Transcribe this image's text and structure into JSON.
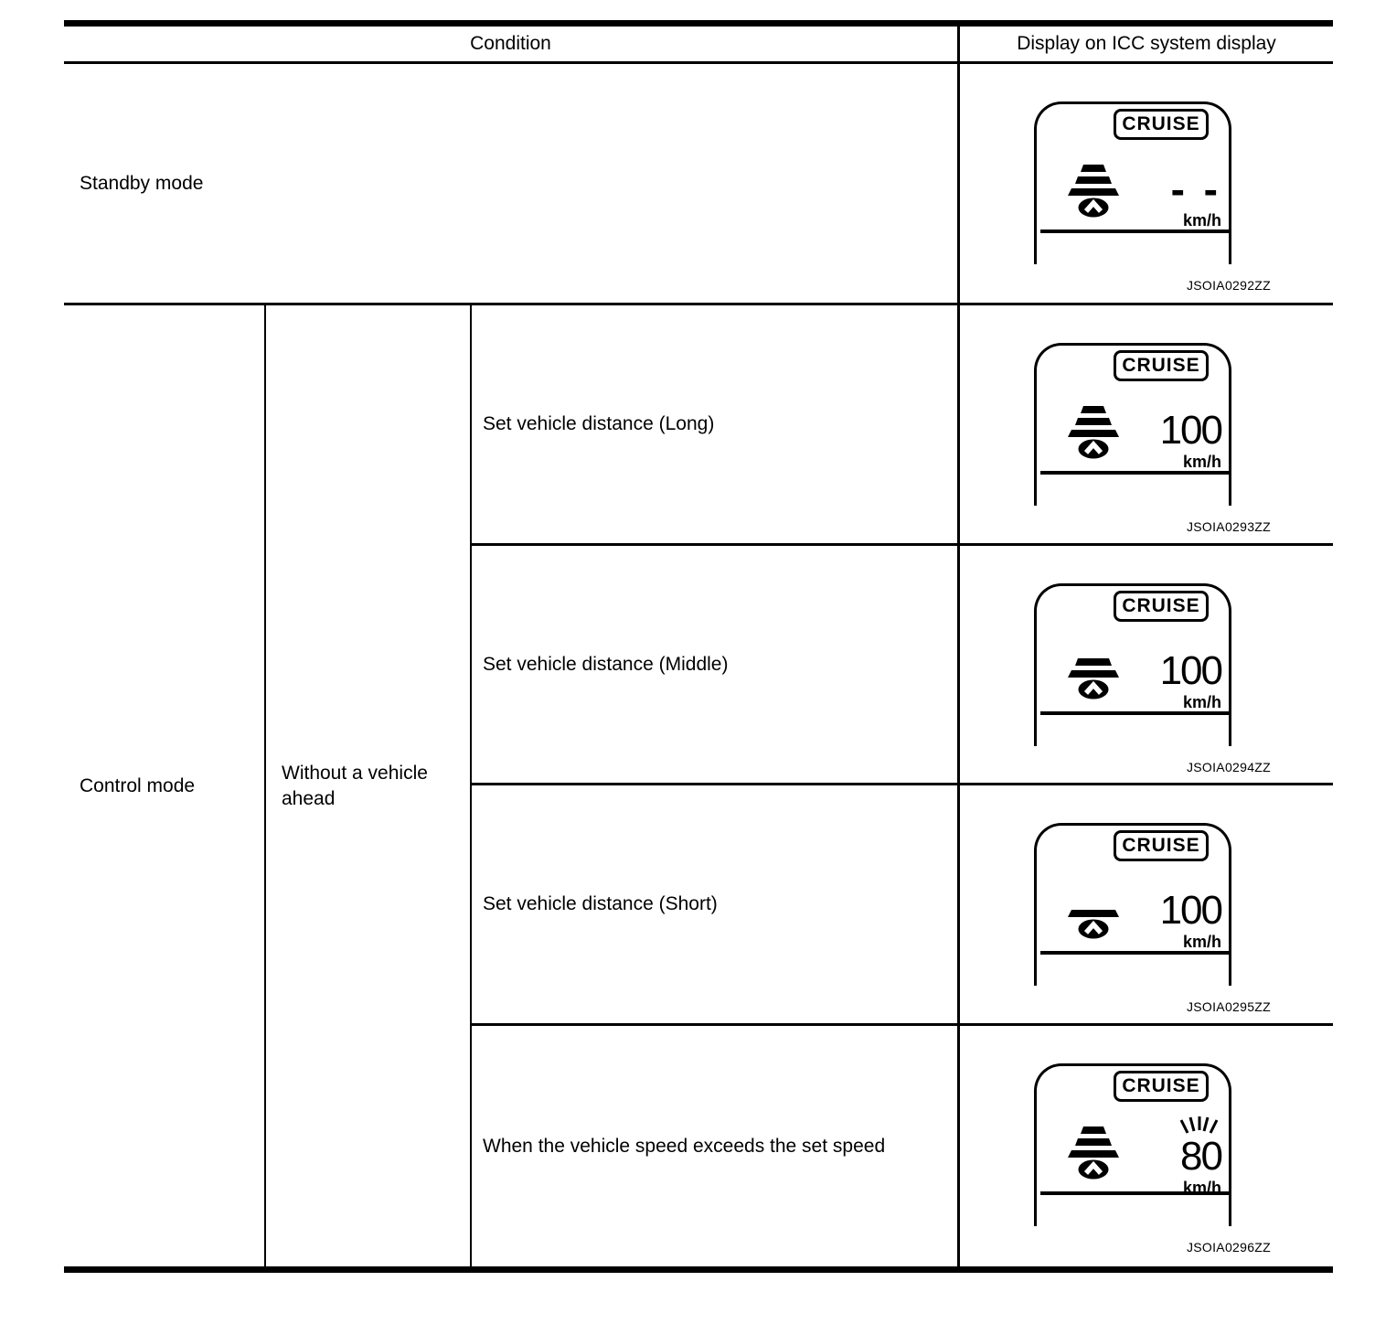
{
  "header": {
    "condition_label": "Condition",
    "display_label": "Display on ICC system display"
  },
  "conditions": {
    "standby": "Standby mode",
    "control": "Control mode",
    "without_vehicle": "Without a vehicle ahead",
    "sub_conditions": [
      "Set vehicle distance (Long)",
      "Set vehicle distance (Middle)",
      "Set vehicle distance (Short)",
      "When the vehicle speed exceeds the set speed"
    ]
  },
  "displays": [
    {
      "badge": "CRUISE",
      "icon": "vehicle-distance-3-bars",
      "speed": "- -",
      "unit": "km/h",
      "blink": false,
      "code": "JSOIA0292ZZ"
    },
    {
      "badge": "CRUISE",
      "icon": "vehicle-distance-3-bars",
      "speed": "100",
      "unit": "km/h",
      "blink": false,
      "code": "JSOIA0293ZZ"
    },
    {
      "badge": "CRUISE",
      "icon": "vehicle-distance-2-bars",
      "speed": "100",
      "unit": "km/h",
      "blink": false,
      "code": "JSOIA0294ZZ"
    },
    {
      "badge": "CRUISE",
      "icon": "vehicle-distance-1-bar",
      "speed": "100",
      "unit": "km/h",
      "blink": false,
      "code": "JSOIA0295ZZ"
    },
    {
      "badge": "CRUISE",
      "icon": "vehicle-distance-3-bars",
      "speed": "80",
      "unit": "km/h",
      "blink": true,
      "code": "JSOIA0296ZZ"
    }
  ],
  "colors": {
    "ink": "#000000",
    "background": "#ffffff"
  }
}
